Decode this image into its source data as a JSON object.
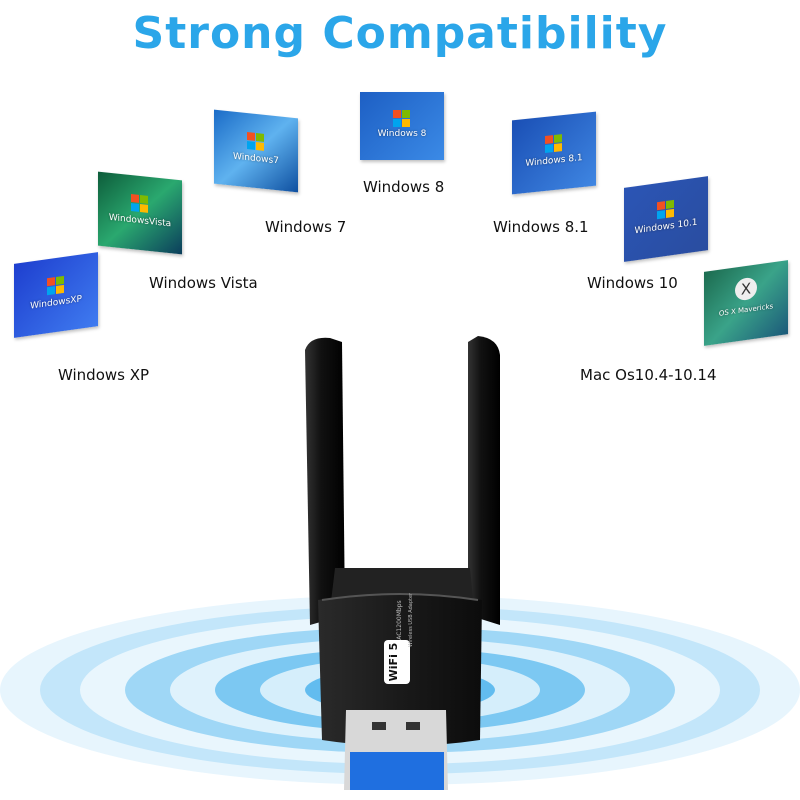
{
  "title": "Strong Compatibility",
  "systems": [
    {
      "label": "Windows XP",
      "screen_text": "WindowsXP"
    },
    {
      "label": "Windows Vista",
      "screen_text": "WindowsVista"
    },
    {
      "label": "Windows 7",
      "screen_text": "Windows7"
    },
    {
      "label": "Windows 8",
      "screen_text": "Windows 8"
    },
    {
      "label": "Windows 8.1",
      "screen_text": "Windows 8.1"
    },
    {
      "label": "Windows 10",
      "screen_text": "Windows 10.1"
    },
    {
      "label": "Mac Os10.4-10.14",
      "screen_text": "OS X Mavericks"
    }
  ],
  "product": {
    "badge": "WiFi 5",
    "speed": "AC1200Mbps",
    "description": "Wireless USB Adapter"
  },
  "colors": {
    "accent": "#2ba6e9",
    "ripple": "#7cc8f2",
    "device": "#1b1b1b"
  }
}
